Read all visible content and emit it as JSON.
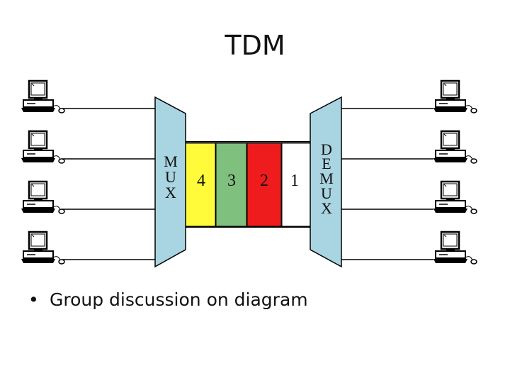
{
  "slide": {
    "title": "TDM",
    "bullet_marker": "•",
    "bullet_text": "Group discussion on diagram"
  },
  "diagram": {
    "mux_letters": [
      "M",
      "U",
      "X"
    ],
    "demux_letters": [
      "D",
      "E",
      "M",
      "U",
      "X"
    ],
    "slots": [
      {
        "label": "4",
        "color": "#fffb3a"
      },
      {
        "label": "3",
        "color": "#7fc07f"
      },
      {
        "label": "2",
        "color": "#ee1c1c"
      },
      {
        "label": "1",
        "color": "#ffffff"
      }
    ],
    "colors": {
      "device_fill": "#a9d4e2",
      "line": "#000000"
    },
    "left_terminals": 4,
    "right_terminals": 4,
    "terminal_icon": "computer-icon"
  }
}
